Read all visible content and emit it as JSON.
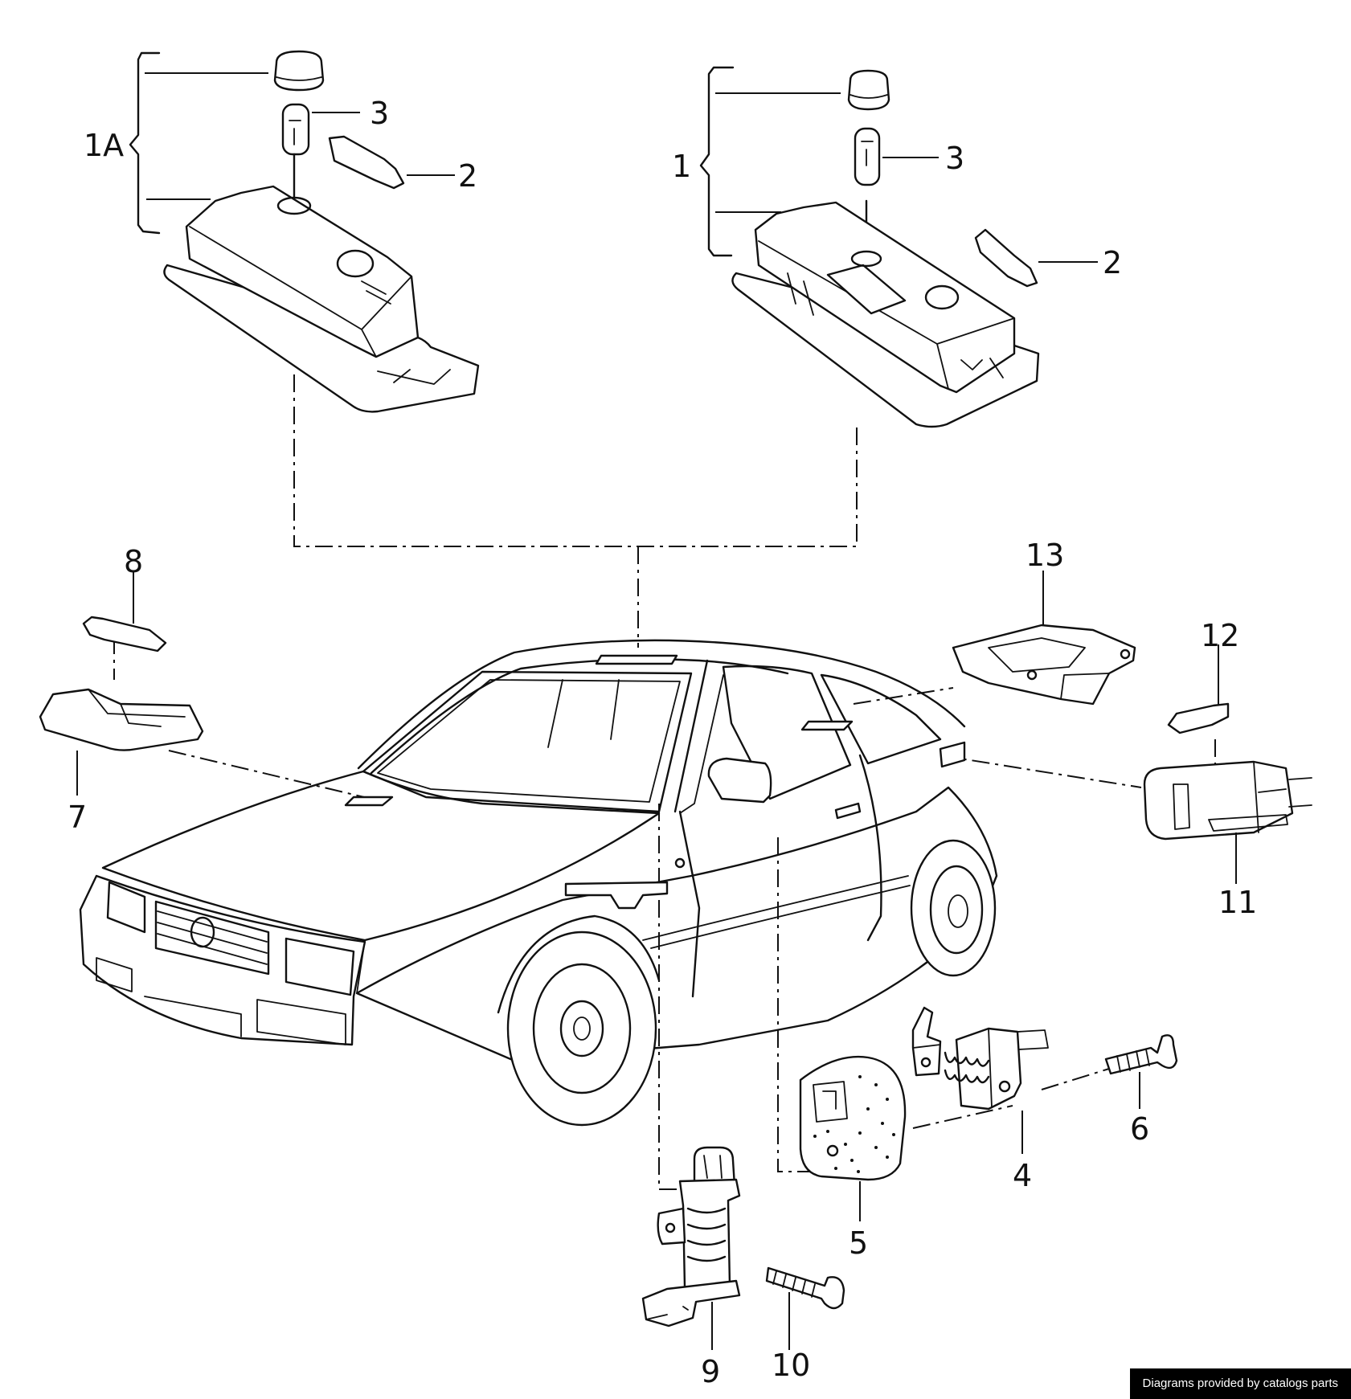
{
  "diagram": {
    "callouts": {
      "c1a": "1A",
      "c1": "1",
      "c2a": "2",
      "c2b": "2",
      "c3a": "3",
      "c3b": "3",
      "c4": "4",
      "c5": "5",
      "c6": "6",
      "c7": "7",
      "c8": "8",
      "c9": "9",
      "c10": "10",
      "c11": "11",
      "c12": "12",
      "c13": "13"
    },
    "footer": "Diagrams provided by catalogs parts"
  }
}
